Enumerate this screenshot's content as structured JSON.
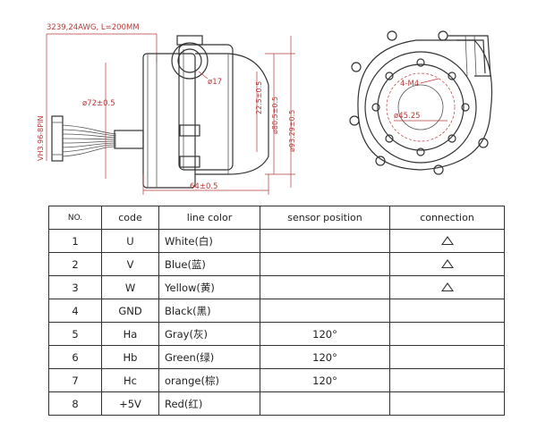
{
  "drawing": {
    "cable_spec": "3239,24AWG, L=200MM",
    "connector": "VH3.96-8PIN",
    "dims": {
      "d72": "ø72±0.5",
      "d17": "ø17",
      "d22_5": "22.5±0.5",
      "d80_5": "ø80.5±0.5",
      "d93_29": "ø93.29±0.5",
      "w64": "64±0.5",
      "m4": "4-M4",
      "d45_25": "ø45.25"
    }
  },
  "table": {
    "headers": {
      "no": "NO.",
      "code": "code",
      "line_color": "line color",
      "sensor": "sensor position",
      "connection": "connection"
    },
    "rows": [
      {
        "no": "1",
        "code": "U",
        "color": "White(白)",
        "sensor": "",
        "triangle": true
      },
      {
        "no": "2",
        "code": "V",
        "color": "Blue(蓝)",
        "sensor": "",
        "triangle": true
      },
      {
        "no": "3",
        "code": "W",
        "color": "Yellow(黄)",
        "sensor": "",
        "triangle": true
      },
      {
        "no": "4",
        "code": "GND",
        "color": "Black(黑)",
        "sensor": "",
        "triangle": false
      },
      {
        "no": "5",
        "code": "Ha",
        "color": "Gray(灰)",
        "sensor": "120°",
        "triangle": false
      },
      {
        "no": "6",
        "code": "Hb",
        "color": "Green(绿)",
        "sensor": "120°",
        "triangle": false
      },
      {
        "no": "7",
        "code": "Hc",
        "color": "orange(棕)",
        "sensor": "120°",
        "triangle": false
      },
      {
        "no": "8",
        "code": "+5V",
        "color": "Red(红)",
        "sensor": "",
        "triangle": false
      }
    ]
  },
  "colors": {
    "dimension": "#b83a3a",
    "line": "#333333"
  }
}
